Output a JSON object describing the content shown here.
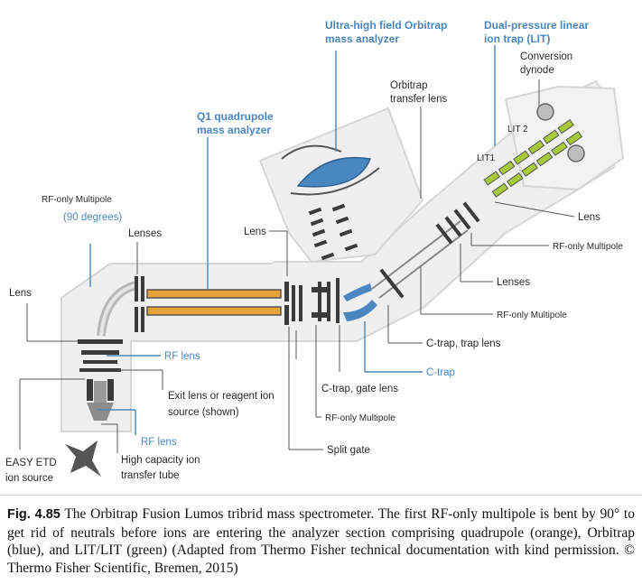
{
  "labels": {
    "orbitrap_title_l1": "Ultra-high field Orbitrap",
    "orbitrap_title_l2": "mass analyzer",
    "lit_title_l1": "Dual-pressure linear",
    "lit_title_l2": "ion trap (LIT)",
    "conversion_dynode_l1": "Conversion",
    "conversion_dynode_l2": "dynode",
    "orbitrap_transfer_lens_l1": "Orbitrap",
    "orbitrap_transfer_lens_l2": "transfer lens",
    "q1_l1": "Q1 quadrupole",
    "q1_l2": "mass analyzer",
    "rf_only_multipole_90_l1": "RF-only Multipole",
    "rf_only_multipole_90_l2": "(90 degrees)",
    "lenses_left": "Lenses",
    "lens_mid": "Lens",
    "lens_left": "Lens",
    "lit2": "LIT 2",
    "lit1": "LIT1",
    "lens_right": "Lens",
    "rf_only_multipole_right": "RF-only Multipole",
    "lenses_right": "Lenses",
    "rf_only_multipole_right2": "RF-only Multipole",
    "c_trap_trap_lens": "C-trap, trap lens",
    "c_trap": "C-trap",
    "c_trap_gate_lens": "C-trap, gate lens",
    "rf_only_multipole_bottom": "RF-only Multipole",
    "split_gate": "Split gate",
    "rf_lens_top": "RF lens",
    "exit_lens_l1": "Exit lens or reagent ion",
    "exit_lens_l2": "source (shown)",
    "rf_lens_bottom": "RF lens",
    "high_capacity_l1": "High capacity ion",
    "high_capacity_l2": "transfer tube",
    "easy_etd_l1": "EASY ETD",
    "easy_etd_l2": "ion source"
  },
  "caption": {
    "fig_label": "Fig. 4.85",
    "text": "The Orbitrap Fusion Lumos tribrid mass spectrometer. The first RF-only multipole is bent by 90° to get rid of neutrals before ions are entering the analyzer section comprising quadrupole (orange), Orbitrap (blue), and LIT/LIT (green) (Adapted from Thermo Fisher technical documentation with kind permission. © Thermo Fisher Scientific, Bremen, 2015)"
  },
  "colors": {
    "quadrupole": "#e8a23a",
    "orbitrap": "#4a86bf",
    "lit": "#a7c93a",
    "label_blue": "#4a86bf"
  }
}
